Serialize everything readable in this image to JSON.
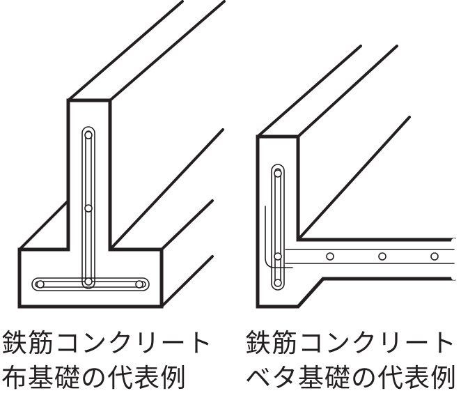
{
  "figures": [
    {
      "caption_line1": "鉄筋コンクリート",
      "caption_line2": "布基礎の代表例"
    },
    {
      "caption_line1": "鉄筋コンクリート",
      "caption_line2": "ベタ基礎の代表例"
    }
  ],
  "colors": {
    "line": "#231f20",
    "fill": "#ffffff"
  }
}
